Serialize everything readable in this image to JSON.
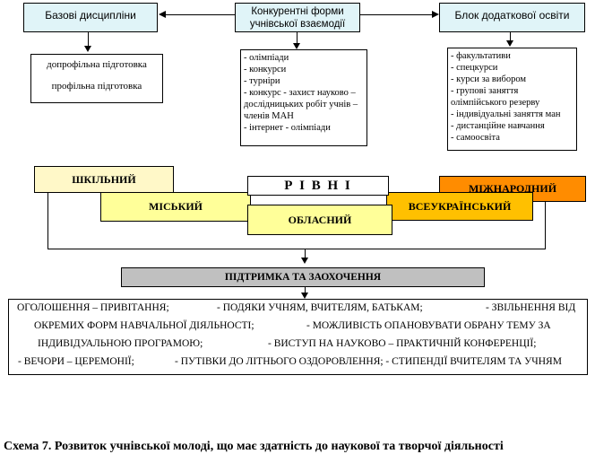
{
  "top_boxes": {
    "basic": "Базові дисципліни",
    "forms_line1": "Конкурентні форми",
    "forms_line2": "учнівської взаємодії",
    "additional": "Блок додаткової освіти"
  },
  "basic_items": [
    "допрофільна підготовка",
    "профільна підготовка"
  ],
  "forms_items": [
    "- олімпіади",
    "- конкурси",
    "- турніри",
    "- конкурс - захист науково –",
    "дослідницьких робіт учнів –",
    "членів МАН",
    "- інтернет - олімпіади"
  ],
  "additional_items": [
    "- факультативи",
    "- спецкурси",
    "- курси за вибором",
    "- групові заняття",
    "олімпійського резерву",
    "- індивідуальні заняття ман",
    "- дистанційне навчання",
    "- самоосвіта"
  ],
  "levels": {
    "school": "ШКІЛЬНИЙ",
    "city": "МІСЬКИЙ",
    "title": "Р І В Н І",
    "regional": "ОБЛАСНИЙ",
    "national": "ВСЕУКРАЇНСЬКИЙ",
    "international": "МІЖНАРОДНИЙ"
  },
  "support": "ПІДТРИМКА ТА ЗАОХОЧЕННЯ",
  "support_lines": [
    [
      "ОГОЛОШЕННЯ – ПРИВІТАННЯ;",
      "- ПОДЯКИ УЧНЯМ, ВЧИТЕЛЯМ, БАТЬКАМ;",
      "- ЗВІЛЬНЕННЯ ВІД"
    ],
    [
      "ОКРЕМИХ ФОРМ НАВЧАЛЬНОЇ ДІЯЛЬНОСТІ;",
      "- МОЖЛИВІСТЬ ОПАНОВУВАТИ ОБРАНУ ТЕМУ ЗА"
    ],
    [
      "ІНДИВІДУАЛЬНОЮ ПРОГРАМОЮ;",
      "- ВИСТУП НА НАУКОВО – ПРАКТИЧНІЙ КОНФЕРЕНЦІЇ;"
    ],
    [
      "- ВЕЧОРИ – ЦЕРЕМОНІЇ;",
      "-   ПУТІВКИ ДО ЛІТНЬОГО ОЗДОРОВЛЕННЯ; - СТИПЕНДІЇ ВЧИТЕЛЯМ ТА УЧНЯМ"
    ]
  ],
  "caption": "Схема 7. Розвиток учнівської молоді, що має здатність до наукової та творчої діяльності",
  "colors": {
    "top_fill": "#e0f4f8",
    "school": "#fff8c8",
    "city": "#ffff99",
    "regional": "#ffff99",
    "national": "#ffc000",
    "international": "#ff8c00",
    "support": "#c0c0c0"
  }
}
